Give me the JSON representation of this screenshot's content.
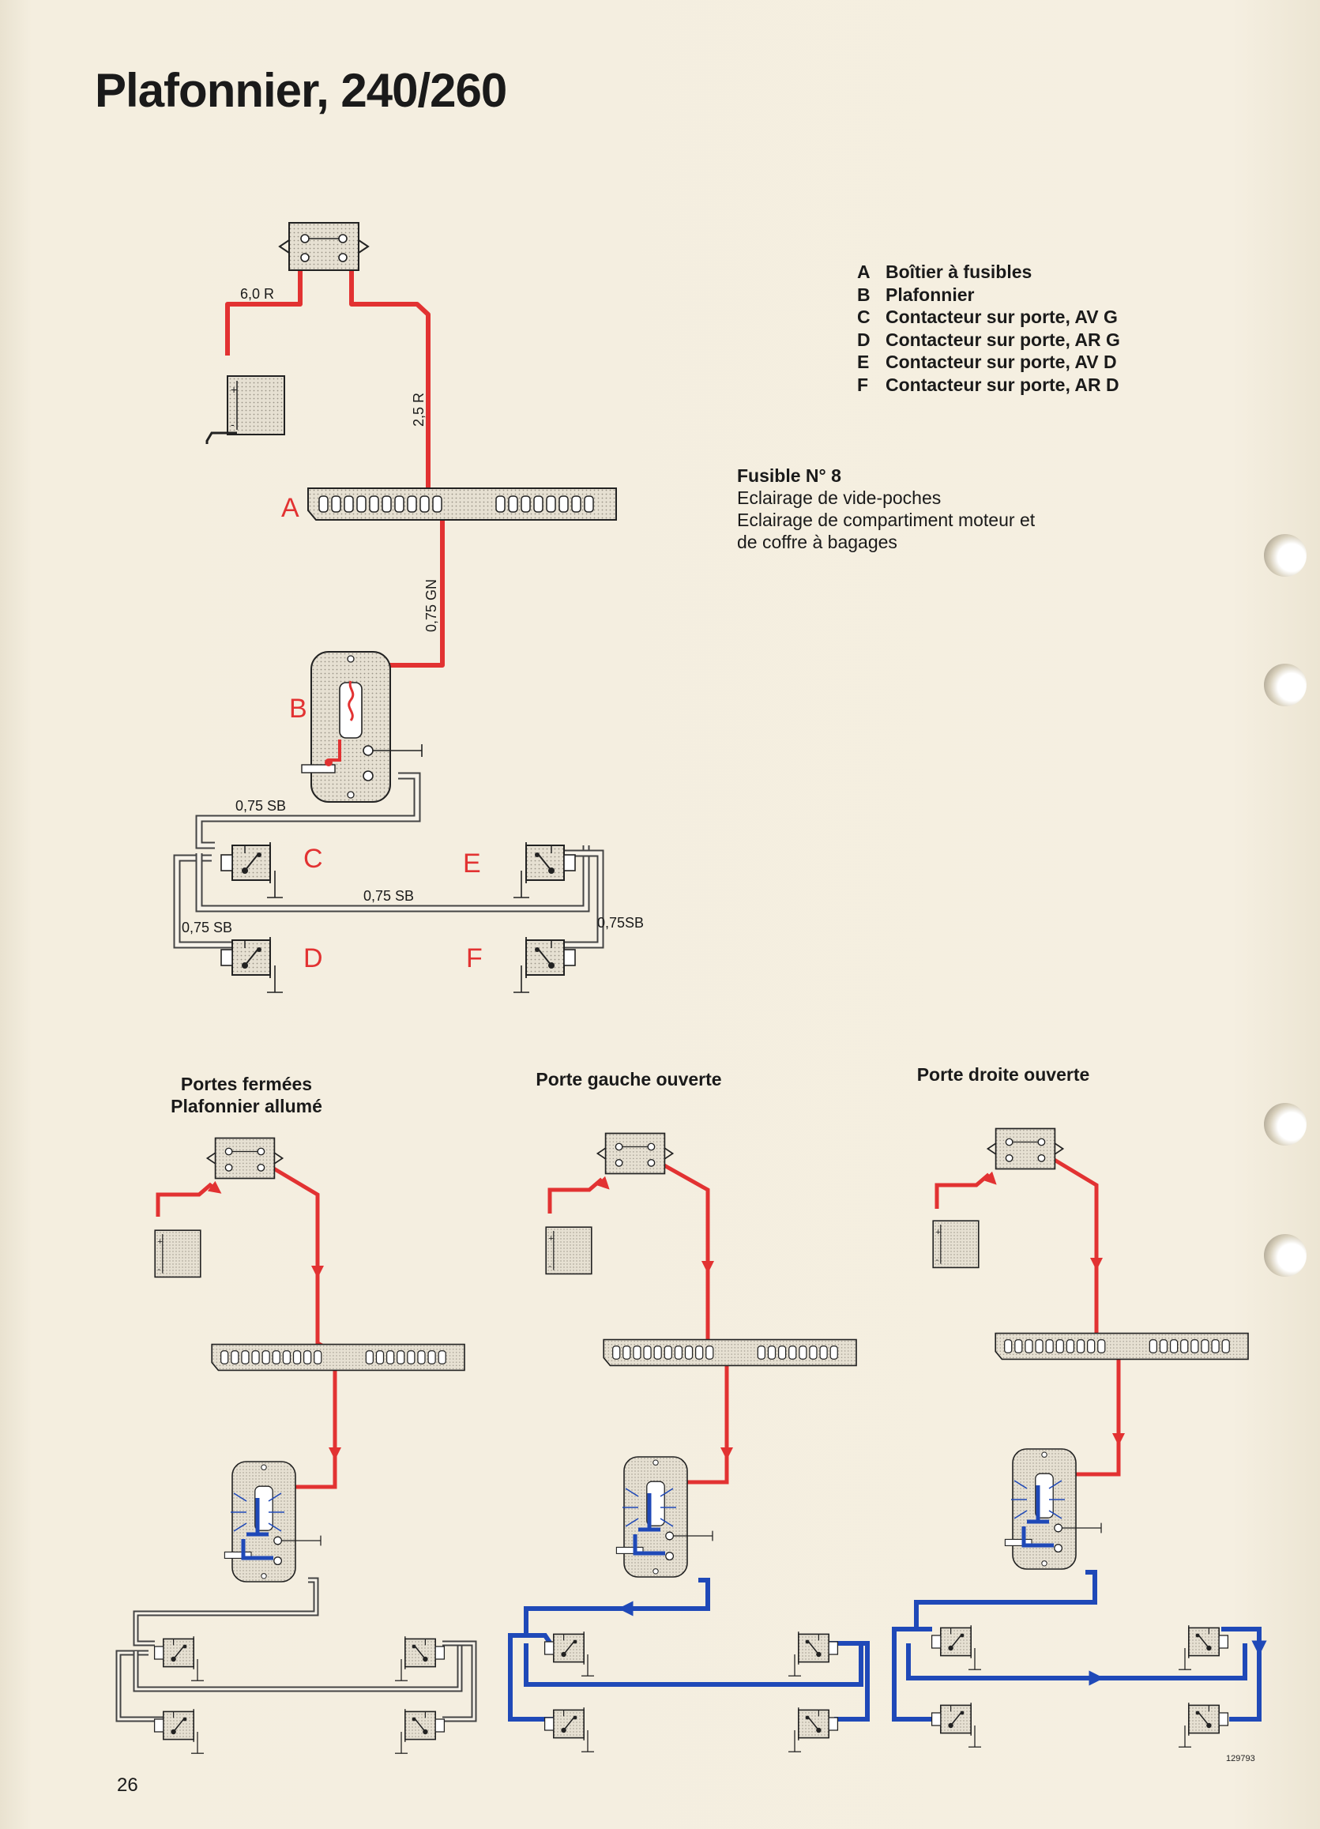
{
  "page": {
    "title": "Plafonnier, 240/260",
    "page_number": "26",
    "figure_code": "129793"
  },
  "legend": [
    {
      "key": "A",
      "text": "Boîtier à fusibles"
    },
    {
      "key": "B",
      "text": "Plafonnier"
    },
    {
      "key": "C",
      "text": "Contacteur sur porte, AV G"
    },
    {
      "key": "D",
      "text": "Contacteur sur porte, AR G"
    },
    {
      "key": "E",
      "text": "Contacteur sur porte, AV D"
    },
    {
      "key": "F",
      "text": "Contacteur sur porte, AR D"
    }
  ],
  "fuse": {
    "heading": "Fusible N° 8",
    "lines": [
      "Eclairage de vide-poches",
      "Eclairage de compartiment moteur et",
      "de coffre à bagages"
    ]
  },
  "main_diagram": {
    "labels": {
      "a": "A",
      "b": "B",
      "c": "C",
      "d": "D",
      "e": "E",
      "f": "F"
    },
    "wires": {
      "w60r": "6,0 R",
      "w25r": "2,5 R",
      "w075gn": "0,75 GN",
      "w075sb_1": "0,75 SB",
      "w075sb_2": "0,75 SB",
      "w075sb_3": "0,75 SB",
      "w075sb_4": "0,75SB"
    }
  },
  "states": [
    {
      "caption_1": "Portes fermées",
      "caption_2": "Plafonnier allumé"
    },
    {
      "caption_1": "Porte gauche ouverte"
    },
    {
      "caption_1": "Porte droite ouverte"
    }
  ],
  "colors": {
    "power_wire": "#e23232",
    "ground_wire": "#1f49b8",
    "label": "#e23232"
  }
}
